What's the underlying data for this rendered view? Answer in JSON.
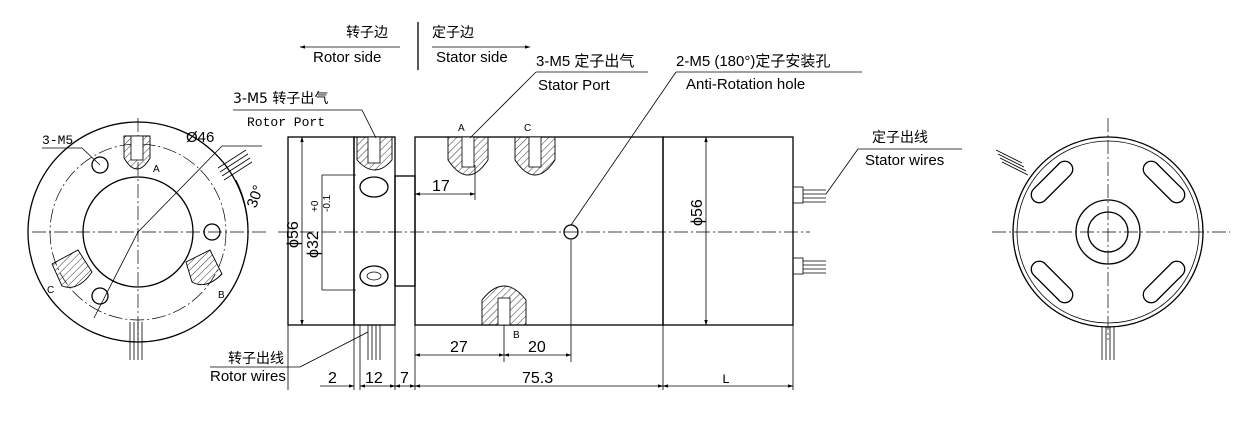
{
  "header": {
    "rotor_side_cn": "转子边",
    "rotor_side_en": "Rotor side",
    "stator_side_cn": "定子边",
    "stator_side_en": "Stator side"
  },
  "callouts": {
    "rotor_port_cn": "3-M5 转子出气",
    "rotor_port_en": "Rotor Port",
    "stator_port_cn": "3-M5 定子出气",
    "stator_port_en": "Stator Port",
    "anti_rotation_cn": "2-M5 (180°)定子安装孔",
    "anti_rotation_en": "Anti-Rotation hole",
    "stator_wires_cn": "定子出线",
    "stator_wires_en": "Stator wires",
    "rotor_wires_cn": "转子出线",
    "rotor_wires_en": "Rotor wires",
    "front_holes": "3-M5",
    "front_diameter": "Ø46",
    "front_angle": "30°"
  },
  "port_letters": {
    "a": "A",
    "b": "B",
    "c": "C"
  },
  "dimensions": {
    "dia_56_left": "ϕ56",
    "dia_32": "ϕ32",
    "tol_upper": "+0",
    "tol_lower": "-0.1",
    "dia_56_right": "ϕ56",
    "d17": "17",
    "d27": "27",
    "d20": "20",
    "d2": "2",
    "d12": "12",
    "d7": "7",
    "d75_3": "75.3",
    "dL": "L"
  }
}
